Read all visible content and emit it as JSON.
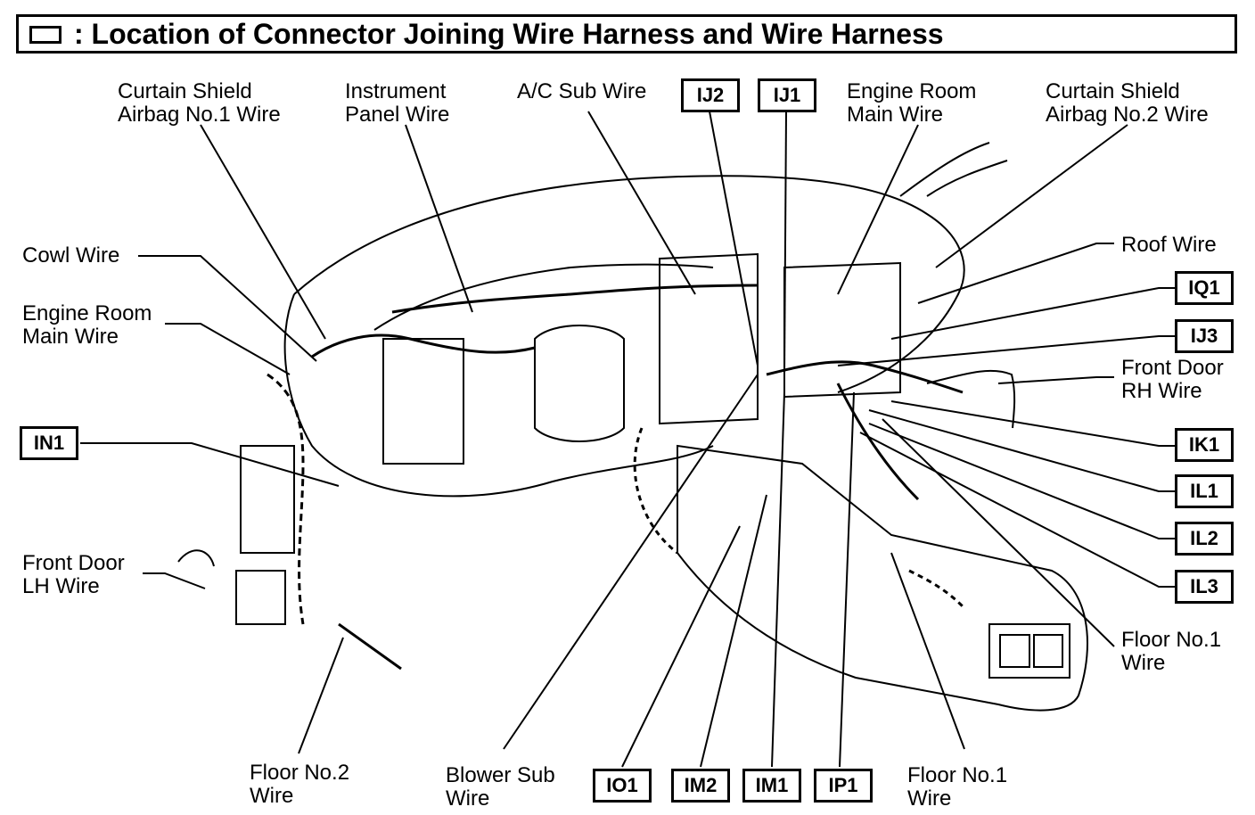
{
  "title": ": Location of Connector Joining Wire Harness and Wire Harness",
  "wire_labels": {
    "curtain_shield_no1": "Curtain Shield\nAirbag No.1 Wire",
    "instrument_panel": "Instrument\nPanel Wire",
    "ac_sub": "A/C Sub Wire",
    "engine_room_main_top": "Engine Room\nMain Wire",
    "curtain_shield_no2": "Curtain Shield\nAirbag No.2 Wire",
    "cowl": "Cowl Wire",
    "engine_room_main_left": "Engine Room\nMain Wire",
    "roof": "Roof Wire",
    "front_door_rh": "Front Door\nRH Wire",
    "front_door_lh": "Front Door\nLH Wire",
    "floor_no1_right": "Floor No.1\nWire",
    "floor_no2": "Floor No.2\nWire",
    "blower_sub": "Blower Sub\nWire",
    "floor_no1_bottom": "Floor No.1\nWire"
  },
  "connectors": {
    "IJ2": "IJ2",
    "IJ1": "IJ1",
    "IQ1": "IQ1",
    "IJ3": "IJ3",
    "IK1": "IK1",
    "IL1": "IL1",
    "IL2": "IL2",
    "IL3": "IL3",
    "IN1": "IN1",
    "IO1": "IO1",
    "IM2": "IM2",
    "IM1": "IM1",
    "IP1": "IP1"
  }
}
